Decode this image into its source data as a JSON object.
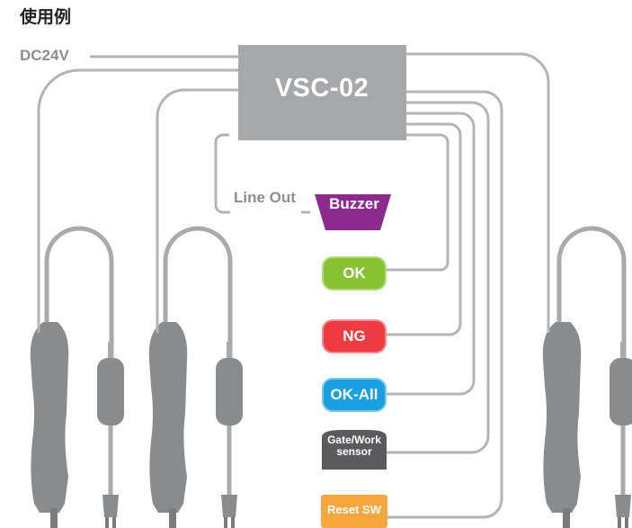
{
  "heading": "使用例",
  "power_label": "DC24V",
  "controller": {
    "name": "VSC-02"
  },
  "line_out_label": "Line Out",
  "outputs": {
    "buzzer": "Buzzer",
    "ok": "OK",
    "ng": "NG",
    "ok_all": "OK-All"
  },
  "inputs": {
    "gate_line1": "Gate/Work",
    "gate_line2": "sensor",
    "reset": "Reset SW"
  },
  "colors": {
    "device_gray": "#a7a8aa",
    "wire_gray": "#b3b4b6",
    "tool_gray": "#8a8b8d",
    "buzzer": "#8c2a8e",
    "ok": "#86c232",
    "ng": "#ee3a40",
    "ok_all": "#1a9fe0",
    "gate": "#5b5b5d",
    "reset": "#f8a73e"
  }
}
